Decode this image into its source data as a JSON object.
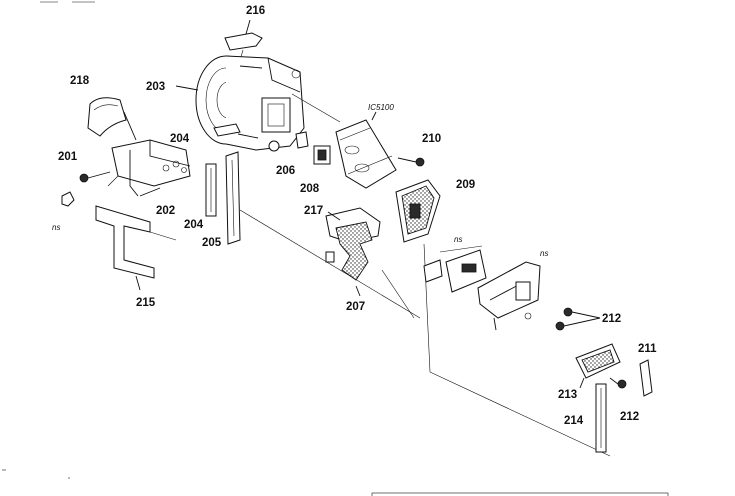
{
  "labels": {
    "l216": "216",
    "l218": "218",
    "l203": "203",
    "lIC5100": "IC5100",
    "l210": "210",
    "l204a": "204",
    "l201": "201",
    "l206": "206",
    "l208": "208",
    "l209": "209",
    "l202": "202",
    "l204b": "204",
    "l217": "217",
    "lns1": "ns",
    "l205": "205",
    "lns2": "ns",
    "lns3": "ns",
    "l207": "207",
    "l215": "215",
    "l212a": "212",
    "l211": "211",
    "l213": "213",
    "l212b": "212",
    "l214": "214"
  }
}
